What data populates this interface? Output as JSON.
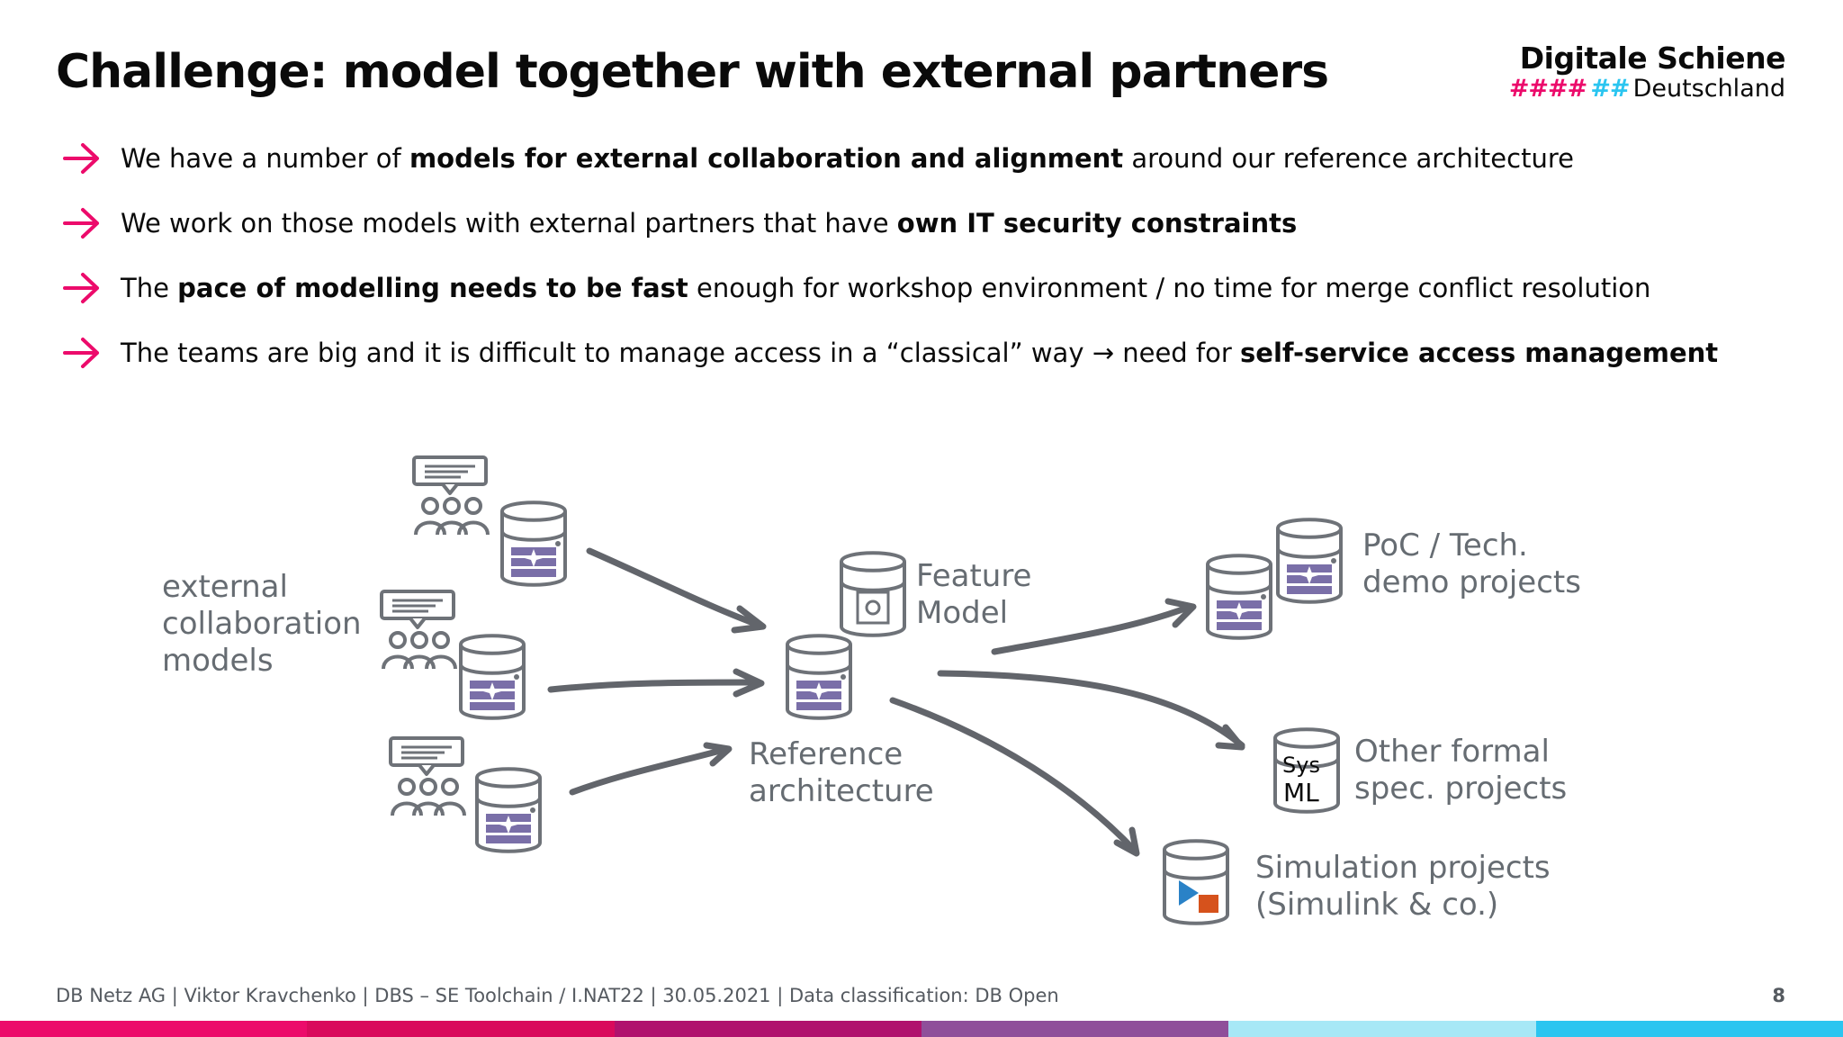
{
  "slide": {
    "title": "Challenge: model together with external partners",
    "page_number": "8",
    "footer": "DB Netz AG | Viktor Kravchenko | DBS – SE Toolchain / I.NAT22 | 30.05.2021 | Data classification: DB Open"
  },
  "logo": {
    "line1": "Digitale Schiene",
    "hashes": "####",
    "hashes2": "##",
    "line2": "Deutschland"
  },
  "bullets": [
    {
      "pre": "We have a number of ",
      "bold": "models for external collaboration and alignment",
      "post": " around our reference architecture"
    },
    {
      "pre": "We work on those models with external partners that have ",
      "bold": "own IT security constraints",
      "post": ""
    },
    {
      "pre": "The ",
      "bold": "pace of modelling needs to be fast",
      "post": " enough for workshop environment / no time for merge conflict resolution"
    },
    {
      "pre": "The teams are big and it is difficult to manage access in a “classical” way → need for ",
      "bold": "self-service access management",
      "post": ""
    }
  ],
  "diagram": {
    "external_label": [
      "external",
      "collaboration",
      "models"
    ],
    "feature_label": [
      "Feature",
      "Model"
    ],
    "reference_label": [
      "Reference",
      "architecture"
    ],
    "poc_label": [
      "PoC / Tech.",
      "demo projects"
    ],
    "formal_label": [
      "Other formal",
      "spec. projects"
    ],
    "simulation_label": [
      "Simulation projects",
      "(Simulink & co.)"
    ],
    "sysml_top": "Sys",
    "sysml_bottom": "ML"
  },
  "colors": {
    "accent_pink": "#ec0b6b",
    "db_purple": "#7a6fa8",
    "arrow_gray": "#62656b",
    "icon_gray": "#6e7278",
    "bar": [
      "#ec0b6b",
      "#d90a5c",
      "#b0126e",
      "#8f4f9a",
      "#a7e8f6",
      "#2bc5f0"
    ]
  }
}
